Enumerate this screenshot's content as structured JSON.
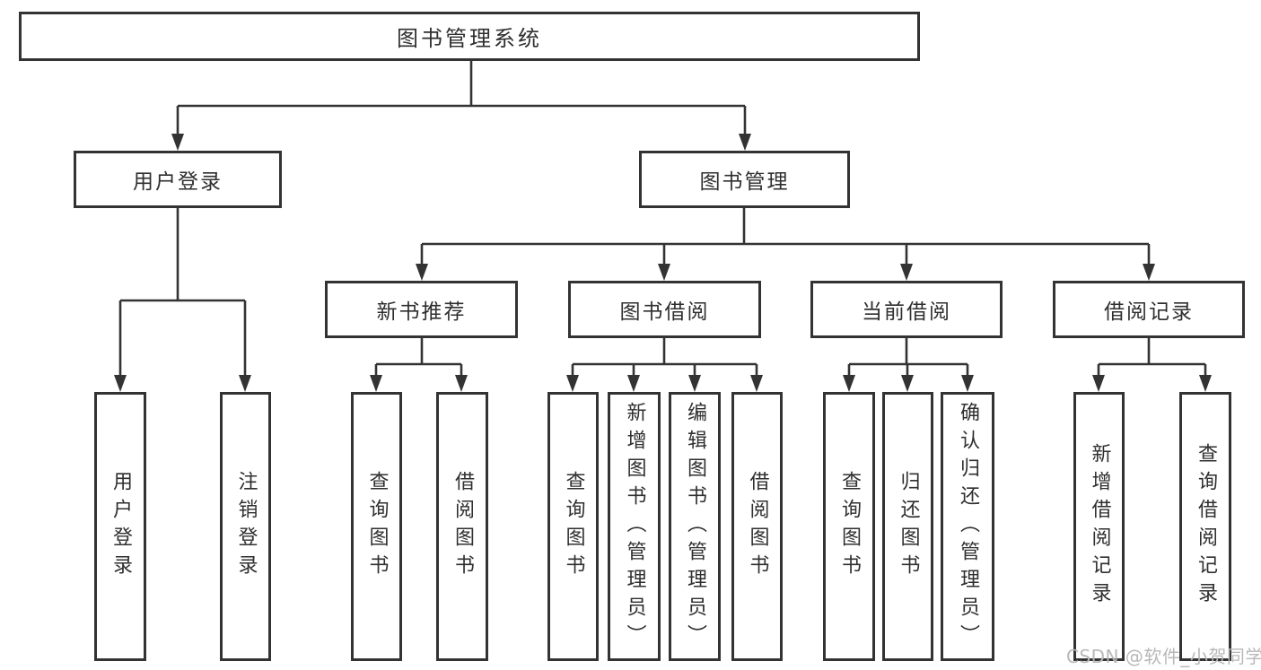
{
  "diagram_type": "tree",
  "colors": {
    "line": "#333333",
    "box_border": "#333333",
    "box_fill": "#ffffff",
    "text": "#2f2f2f",
    "watermark": "#b8b8b8",
    "background": "#ffffff"
  },
  "tree": {
    "root": {
      "label": "图书管理系统",
      "children": [
        {
          "label": "用户登录",
          "children": [
            {
              "label": "用户登录"
            },
            {
              "label": "注销登录"
            }
          ]
        },
        {
          "label": "图书管理",
          "children": [
            {
              "label": "新书推荐",
              "children": [
                {
                  "label": "查询图书"
                },
                {
                  "label": "借阅图书"
                }
              ]
            },
            {
              "label": "图书借阅",
              "children": [
                {
                  "label": "查询图书"
                },
                {
                  "label": "新增图书（管理员）"
                },
                {
                  "label": "编辑图书（管理员）"
                },
                {
                  "label": "借阅图书"
                }
              ]
            },
            {
              "label": "当前借阅",
              "children": [
                {
                  "label": "查询图书"
                },
                {
                  "label": "归还图书"
                },
                {
                  "label": "确认归还（管理员）"
                }
              ]
            },
            {
              "label": "借阅记录",
              "children": [
                {
                  "label": "新增借阅记录"
                },
                {
                  "label": "查询借阅记录"
                }
              ]
            }
          ]
        }
      ]
    }
  },
  "watermark": {
    "text": "CSDN @软件_小贺同学"
  }
}
